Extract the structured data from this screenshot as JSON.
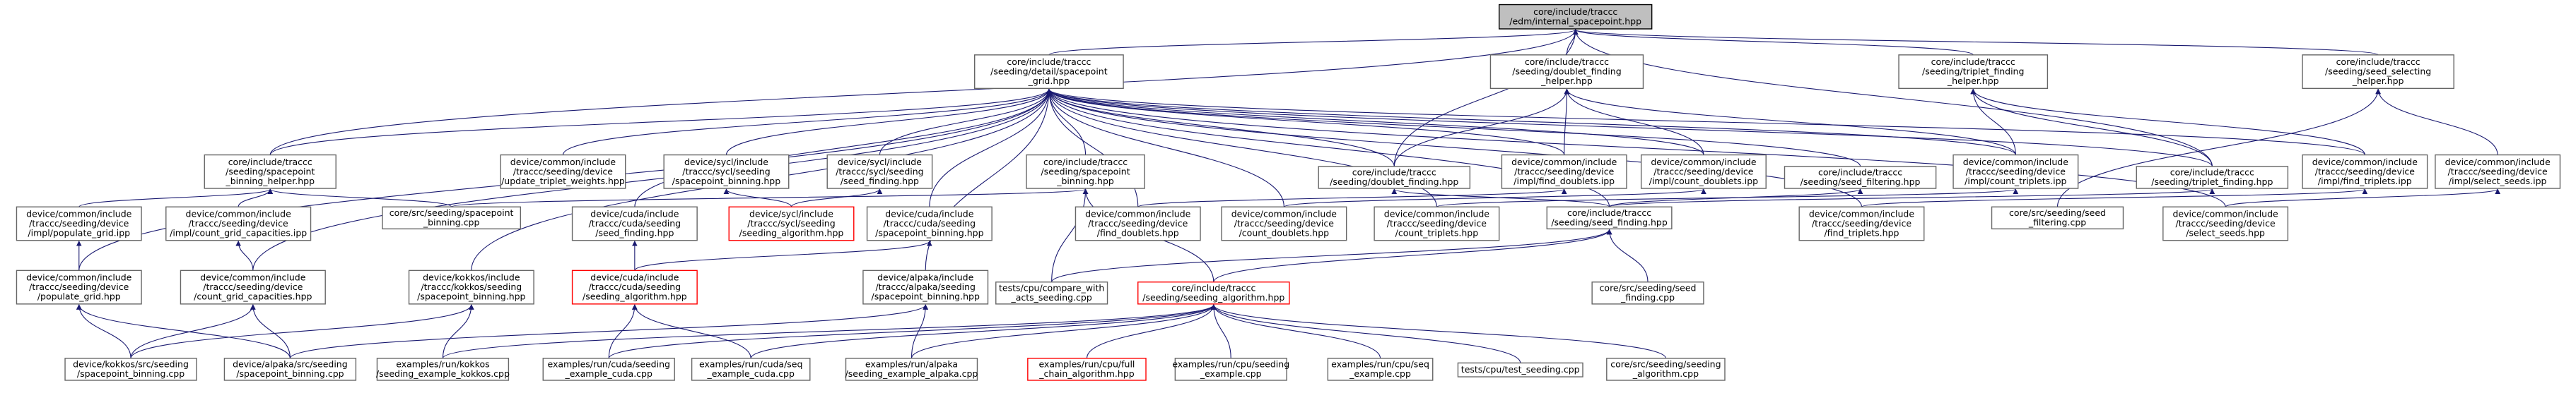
{
  "graph": {
    "root": "core/include/traccc/edm/internal_spacepoint.hpp",
    "nodes": [
      {
        "id": "n_root",
        "lines": [
          "core/include/traccc",
          "/edm/internal_spacepoint.hpp"
        ],
        "style": "root"
      },
      {
        "id": "n_dsg",
        "lines": [
          "core/include/traccc",
          "/seeding/detail/spacepoint",
          "_grid.hpp"
        ],
        "style": "normal"
      },
      {
        "id": "n_dfh",
        "lines": [
          "core/include/traccc",
          "/seeding/doublet_finding",
          "_helper.hpp"
        ],
        "style": "normal"
      },
      {
        "id": "n_tfh",
        "lines": [
          "core/include/traccc",
          "/seeding/triplet_finding",
          "_helper.hpp"
        ],
        "style": "normal"
      },
      {
        "id": "n_ssh",
        "lines": [
          "core/include/traccc",
          "/seeding/seed_selecting",
          "_helper.hpp"
        ],
        "style": "normal"
      },
      {
        "id": "n_sbh",
        "lines": [
          "core/include/traccc",
          "/seeding/spacepoint",
          "_binning_helper.hpp"
        ],
        "style": "normal"
      },
      {
        "id": "n_utw",
        "lines": [
          "device/common/include",
          "/traccc/seeding/device",
          "/update_triplet_weights.hpp"
        ],
        "style": "normal"
      },
      {
        "id": "n_sybin",
        "lines": [
          "device/sycl/include",
          "/traccc/sycl/seeding",
          "/spacepoint_binning.hpp"
        ],
        "style": "normal"
      },
      {
        "id": "n_sysf",
        "lines": [
          "device/sycl/include",
          "/traccc/sycl/seeding",
          "/seed_finding.hpp"
        ],
        "style": "normal"
      },
      {
        "id": "n_sbin",
        "lines": [
          "core/include/traccc",
          "/seeding/spacepoint",
          "_binning.hpp"
        ],
        "style": "normal"
      },
      {
        "id": "n_dfin",
        "lines": [
          "core/include/traccc",
          "/seeding/doublet_finding.hpp"
        ],
        "style": "normal"
      },
      {
        "id": "n_fdipp",
        "lines": [
          "device/common/include",
          "/traccc/seeding/device",
          "/impl/find_doublets.ipp"
        ],
        "style": "normal"
      },
      {
        "id": "n_cdipp",
        "lines": [
          "device/common/include",
          "/traccc/seeding/device",
          "/impl/count_doublets.ipp"
        ],
        "style": "normal"
      },
      {
        "id": "n_sfilt",
        "lines": [
          "core/include/traccc",
          "/seeding/seed_filtering.hpp"
        ],
        "style": "normal"
      },
      {
        "id": "n_ctipp",
        "lines": [
          "device/common/include",
          "/traccc/seeding/device",
          "/impl/count_triplets.ipp"
        ],
        "style": "normal"
      },
      {
        "id": "n_tfin",
        "lines": [
          "core/include/traccc",
          "/seeding/triplet_finding.hpp"
        ],
        "style": "normal"
      },
      {
        "id": "n_ftipp",
        "lines": [
          "device/common/include",
          "/traccc/seeding/device",
          "/impl/find_triplets.ipp"
        ],
        "style": "normal"
      },
      {
        "id": "n_ssipp",
        "lines": [
          "device/common/include",
          "/traccc/seeding/device",
          "/impl/select_seeds.ipp"
        ],
        "style": "normal"
      },
      {
        "id": "n_pgipp",
        "lines": [
          "device/common/include",
          "/traccc/seeding/device",
          "/impl/populate_grid.ipp"
        ],
        "style": "normal"
      },
      {
        "id": "n_cgcipp",
        "lines": [
          "device/common/include",
          "/traccc/seeding/device",
          "/impl/count_grid_capacities.ipp"
        ],
        "style": "normal"
      },
      {
        "id": "n_sbcpp",
        "lines": [
          "core/src/seeding/spacepoint",
          "_binning.cpp"
        ],
        "style": "normal"
      },
      {
        "id": "n_cusf",
        "lines": [
          "device/cuda/include",
          "/traccc/cuda/seeding",
          "/seed_finding.hpp"
        ],
        "style": "normal"
      },
      {
        "id": "n_syalg",
        "lines": [
          "device/sycl/include",
          "/traccc/sycl/seeding",
          "/seeding_algorithm.hpp"
        ],
        "style": "red"
      },
      {
        "id": "n_cubin",
        "lines": [
          "device/cuda/include",
          "/traccc/cuda/seeding",
          "/spacepoint_binning.hpp"
        ],
        "style": "normal"
      },
      {
        "id": "n_fdhpp",
        "lines": [
          "device/common/include",
          "/traccc/seeding/device",
          "/find_doublets.hpp"
        ],
        "style": "normal"
      },
      {
        "id": "n_cdhpp",
        "lines": [
          "device/common/include",
          "/traccc/seeding/device",
          "/count_doublets.hpp"
        ],
        "style": "normal"
      },
      {
        "id": "n_cthpp",
        "lines": [
          "device/common/include",
          "/traccc/seeding/device",
          "/count_triplets.hpp"
        ],
        "style": "normal"
      },
      {
        "id": "n_sfhpp",
        "lines": [
          "core/include/traccc",
          "/seeding/seed_finding.hpp"
        ],
        "style": "normal"
      },
      {
        "id": "n_fthpp",
        "lines": [
          "device/common/include",
          "/traccc/seeding/device",
          "/find_triplets.hpp"
        ],
        "style": "normal"
      },
      {
        "id": "n_sfcpp",
        "lines": [
          "core/src/seeding/seed",
          "_filtering.cpp"
        ],
        "style": "normal"
      },
      {
        "id": "n_sshpp",
        "lines": [
          "device/common/include",
          "/traccc/seeding/device",
          "/select_seeds.hpp"
        ],
        "style": "normal"
      },
      {
        "id": "n_pghpp",
        "lines": [
          "device/common/include",
          "/traccc/seeding/device",
          "/populate_grid.hpp"
        ],
        "style": "normal"
      },
      {
        "id": "n_cgchpp",
        "lines": [
          "device/common/include",
          "/traccc/seeding/device",
          "/count_grid_capacities.hpp"
        ],
        "style": "normal"
      },
      {
        "id": "n_kobin",
        "lines": [
          "device/kokkos/include",
          "/traccc/kokkos/seeding",
          "/spacepoint_binning.hpp"
        ],
        "style": "normal"
      },
      {
        "id": "n_cualg",
        "lines": [
          "device/cuda/include",
          "/traccc/cuda/seeding",
          "/seeding_algorithm.hpp"
        ],
        "style": "red"
      },
      {
        "id": "n_albin",
        "lines": [
          "device/alpaka/include",
          "/traccc/alpaka/seeding",
          "/spacepoint_binning.hpp"
        ],
        "style": "normal"
      },
      {
        "id": "n_cpuacts",
        "lines": [
          "tests/cpu/compare_with",
          "_acts_seeding.cpp"
        ],
        "style": "normal"
      },
      {
        "id": "n_salg",
        "lines": [
          "core/include/traccc",
          "/seeding/seeding_algorithm.hpp"
        ],
        "style": "red"
      },
      {
        "id": "n_sfincpp",
        "lines": [
          "core/src/seeding/seed",
          "_finding.cpp"
        ],
        "style": "normal"
      },
      {
        "id": "n_kosrc",
        "lines": [
          "device/kokkos/src/seeding",
          "/spacepoint_binning.cpp"
        ],
        "style": "normal"
      },
      {
        "id": "n_alsrc",
        "lines": [
          "device/alpaka/src/seeding",
          "/spacepoint_binning.cpp"
        ],
        "style": "normal"
      },
      {
        "id": "n_exko",
        "lines": [
          "examples/run/kokkos",
          "/seeding_example_kokkos.cpp"
        ],
        "style": "normal"
      },
      {
        "id": "n_excuda",
        "lines": [
          "examples/run/cuda/seeding",
          "_example_cuda.cpp"
        ],
        "style": "normal"
      },
      {
        "id": "n_excudaseq",
        "lines": [
          "examples/run/cuda/seq",
          "_example_cuda.cpp"
        ],
        "style": "normal"
      },
      {
        "id": "n_exal",
        "lines": [
          "examples/run/alpaka",
          "/seeding_example_alpaka.cpp"
        ],
        "style": "normal"
      },
      {
        "id": "n_excpufull",
        "lines": [
          "examples/run/cpu/full",
          "_chain_algorithm.hpp"
        ],
        "style": "red"
      },
      {
        "id": "n_excpuseed",
        "lines": [
          "examples/run/cpu/seeding",
          "_example.cpp"
        ],
        "style": "normal"
      },
      {
        "id": "n_excpuseq",
        "lines": [
          "examples/run/cpu/seq",
          "_example.cpp"
        ],
        "style": "normal"
      },
      {
        "id": "n_testseed",
        "lines": [
          "tests/cpu/test_seeding.cpp"
        ],
        "style": "normal"
      },
      {
        "id": "n_salgcpp",
        "lines": [
          "core/src/seeding/seeding",
          "_algorithm.cpp"
        ],
        "style": "normal"
      }
    ],
    "edges": [
      [
        "n_dsg",
        "n_root"
      ],
      [
        "n_dfh",
        "n_root"
      ],
      [
        "n_tfh",
        "n_root"
      ],
      [
        "n_ssh",
        "n_root"
      ],
      [
        "n_sbh",
        "n_root"
      ],
      [
        "n_dfin",
        "n_root"
      ],
      [
        "n_tfin",
        "n_root"
      ],
      [
        "n_sbh",
        "n_dsg"
      ],
      [
        "n_utw",
        "n_dsg"
      ],
      [
        "n_sybin",
        "n_dsg"
      ],
      [
        "n_sysf",
        "n_dsg"
      ],
      [
        "n_sbin",
        "n_dsg"
      ],
      [
        "n_dfin",
        "n_dsg"
      ],
      [
        "n_fdipp",
        "n_dsg"
      ],
      [
        "n_cdipp",
        "n_dsg"
      ],
      [
        "n_sfilt",
        "n_dsg"
      ],
      [
        "n_tfin",
        "n_dsg"
      ],
      [
        "n_ftipp",
        "n_dsg"
      ],
      [
        "n_ctipp",
        "n_dsg"
      ],
      [
        "n_pghpp",
        "n_dsg"
      ],
      [
        "n_cgchpp",
        "n_dsg"
      ],
      [
        "n_kobin",
        "n_dsg"
      ],
      [
        "n_cusf",
        "n_dsg"
      ],
      [
        "n_cubin",
        "n_dsg"
      ],
      [
        "n_albin",
        "n_dsg"
      ],
      [
        "n_fdhpp",
        "n_dsg"
      ],
      [
        "n_cdhpp",
        "n_dsg"
      ],
      [
        "n_cthpp",
        "n_dsg"
      ],
      [
        "n_fthpp",
        "n_dsg"
      ],
      [
        "n_sfhpp",
        "n_dsg"
      ],
      [
        "n_sshpp",
        "n_dsg"
      ],
      [
        "n_dfin",
        "n_dfh"
      ],
      [
        "n_fdipp",
        "n_dfh"
      ],
      [
        "n_cdipp",
        "n_dfh"
      ],
      [
        "n_ctipp",
        "n_dfh"
      ],
      [
        "n_tfin",
        "n_tfh"
      ],
      [
        "n_ctipp",
        "n_tfh"
      ],
      [
        "n_ftipp",
        "n_tfh"
      ],
      [
        "n_ssipp",
        "n_ssh"
      ],
      [
        "n_sfcpp",
        "n_ssh"
      ],
      [
        "n_pgipp",
        "n_sbh"
      ],
      [
        "n_cgcipp",
        "n_sbh"
      ],
      [
        "n_sbcpp",
        "n_sbh"
      ],
      [
        "n_sbcpp",
        "n_sbin"
      ],
      [
        "n_salg",
        "n_sbin"
      ],
      [
        "n_cpuacts",
        "n_sbin"
      ],
      [
        "n_sfhpp",
        "n_dfin"
      ],
      [
        "n_fdhpp",
        "n_fdipp"
      ],
      [
        "n_cdhpp",
        "n_cdipp"
      ],
      [
        "n_sfhpp",
        "n_sfilt"
      ],
      [
        "n_cthpp",
        "n_ctipp"
      ],
      [
        "n_sfhpp",
        "n_tfin"
      ],
      [
        "n_fthpp",
        "n_ftipp"
      ],
      [
        "n_sshpp",
        "n_ssipp"
      ],
      [
        "n_pghpp",
        "n_pgipp"
      ],
      [
        "n_cgchpp",
        "n_cgcipp"
      ],
      [
        "n_syalg",
        "n_sybin"
      ],
      [
        "n_syalg",
        "n_sysf"
      ],
      [
        "n_cualg",
        "n_cusf"
      ],
      [
        "n_cualg",
        "n_cubin"
      ],
      [
        "n_cpuacts",
        "n_sfhpp"
      ],
      [
        "n_salg",
        "n_sfhpp"
      ],
      [
        "n_sfincpp",
        "n_sfhpp"
      ],
      [
        "n_kosrc",
        "n_pghpp"
      ],
      [
        "n_alsrc",
        "n_pghpp"
      ],
      [
        "n_kosrc",
        "n_cgchpp"
      ],
      [
        "n_alsrc",
        "n_cgchpp"
      ],
      [
        "n_kosrc",
        "n_kobin"
      ],
      [
        "n_exko",
        "n_kobin"
      ],
      [
        "n_alsrc",
        "n_albin"
      ],
      [
        "n_exal",
        "n_albin"
      ],
      [
        "n_excuda",
        "n_cualg"
      ],
      [
        "n_excudaseq",
        "n_cualg"
      ],
      [
        "n_exko",
        "n_salg"
      ],
      [
        "n_excuda",
        "n_salg"
      ],
      [
        "n_excudaseq",
        "n_salg"
      ],
      [
        "n_exal",
        "n_salg"
      ],
      [
        "n_excpufull",
        "n_salg"
      ],
      [
        "n_excpuseed",
        "n_salg"
      ],
      [
        "n_excpuseq",
        "n_salg"
      ],
      [
        "n_testseed",
        "n_salg"
      ],
      [
        "n_salgcpp",
        "n_salg"
      ]
    ]
  }
}
